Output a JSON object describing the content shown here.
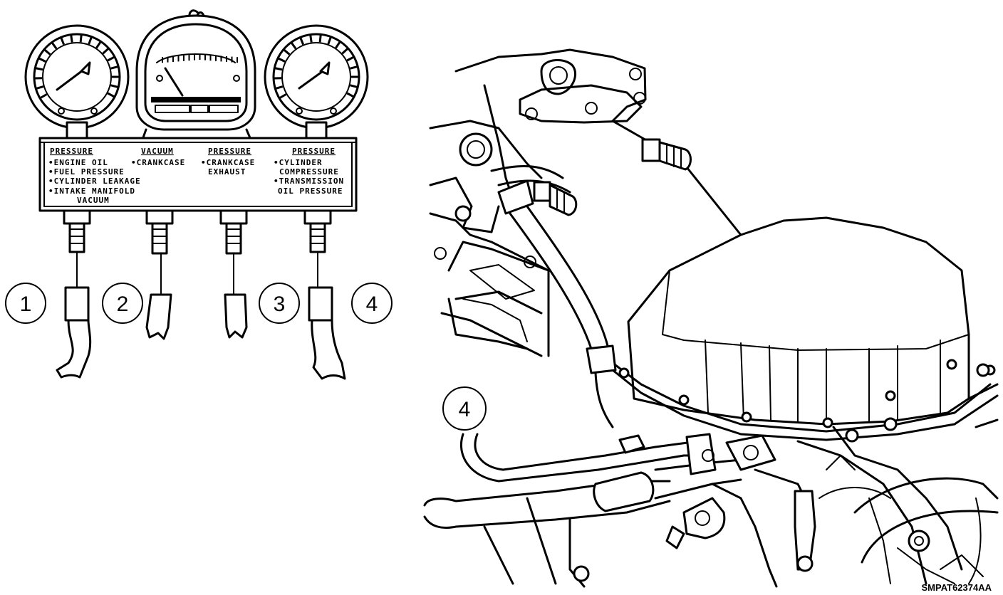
{
  "gauge_panel": {
    "columns": [
      {
        "heading": "PRESSURE",
        "items": [
          "•ENGINE OIL",
          "•FUEL PRESSURE",
          "•CYLINDER LEAKAGE",
          "•INTAKE MANIFOLD",
          "VACUUM"
        ]
      },
      {
        "heading": "VACUUM",
        "items": [
          "•CRANKCASE"
        ]
      },
      {
        "heading": "PRESSURE",
        "items": [
          "•CRANKCASE",
          "EXHAUST"
        ]
      },
      {
        "heading": "PRESSURE",
        "items": [
          "•CYLINDER",
          "COMPRESSURE",
          "•TRANSMISSION",
          "OIL PRESSURE"
        ]
      }
    ]
  },
  "callouts": [
    "1",
    "2",
    "3",
    "4",
    "4"
  ],
  "reference_code": "SMPAT62374AA"
}
